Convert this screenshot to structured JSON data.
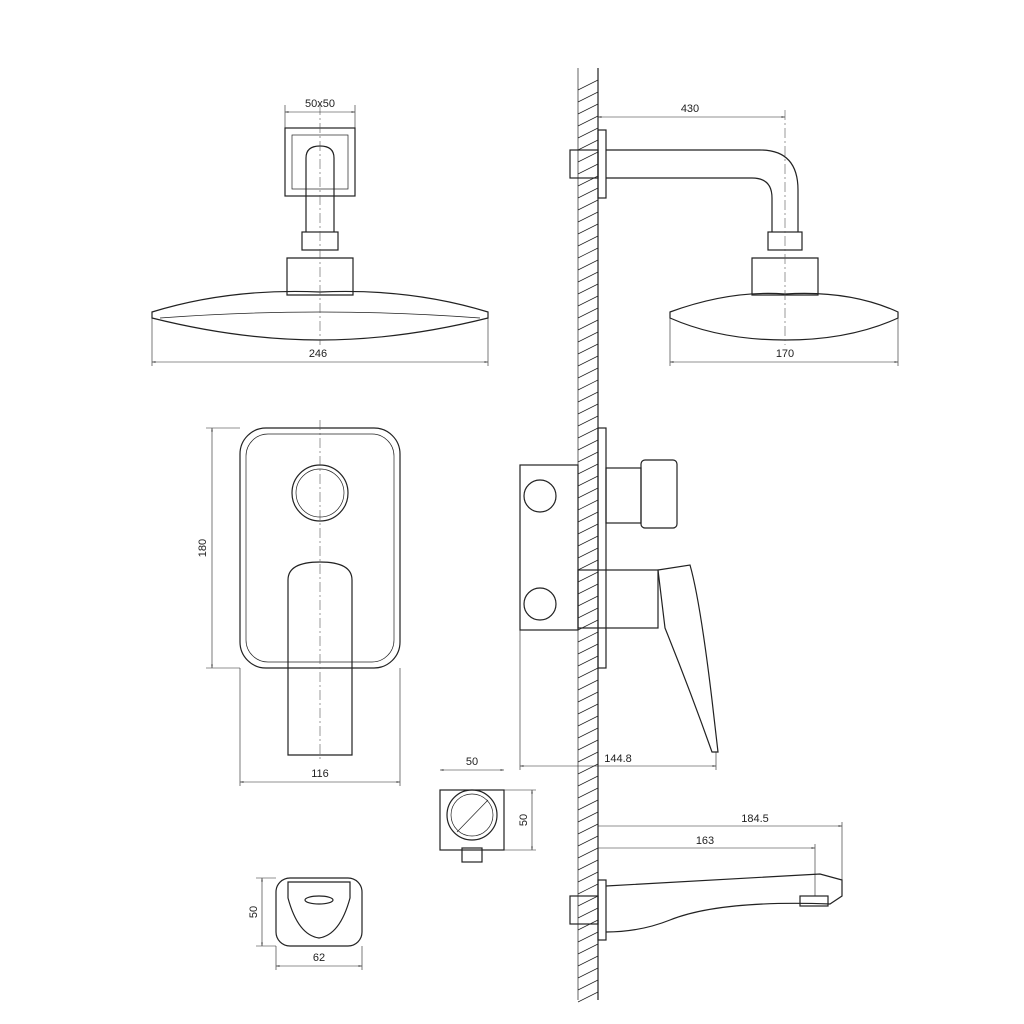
{
  "dimensions": {
    "arm_flange": "50x50",
    "head_front_width": "246",
    "arm_projection": "430",
    "head_side_width": "170",
    "plate_height": "180",
    "plate_width": "116",
    "mixer_depth": "144.8",
    "outlet_width": "50",
    "outlet_height": "50",
    "spout_total": "184.5",
    "spout_reach": "163",
    "spout_front_height": "50",
    "spout_front_width": "62"
  }
}
